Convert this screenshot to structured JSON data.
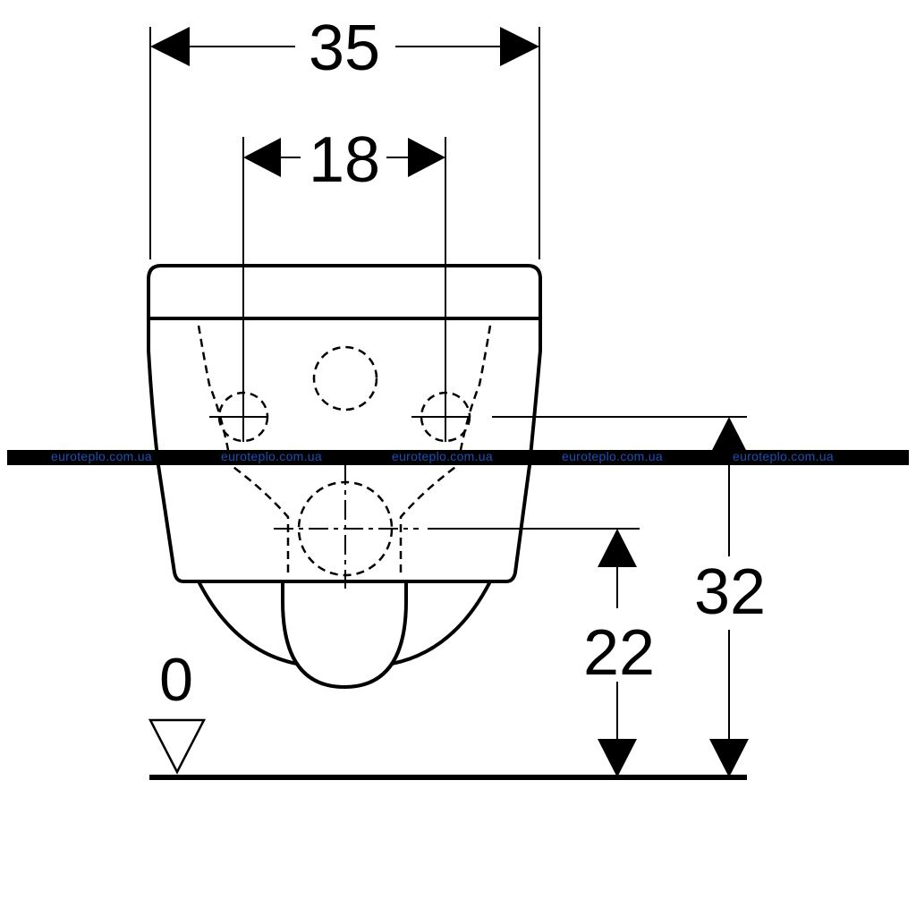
{
  "diagram": {
    "dimensions": {
      "overall_width": "35",
      "fixing_spacing": "18",
      "outlet_height": "22",
      "fixing_height": "32"
    },
    "floor_level": "0"
  },
  "watermark": {
    "text": "euroteplo.com.ua",
    "color": "#1e4fb4",
    "bar_color": "#000000"
  }
}
